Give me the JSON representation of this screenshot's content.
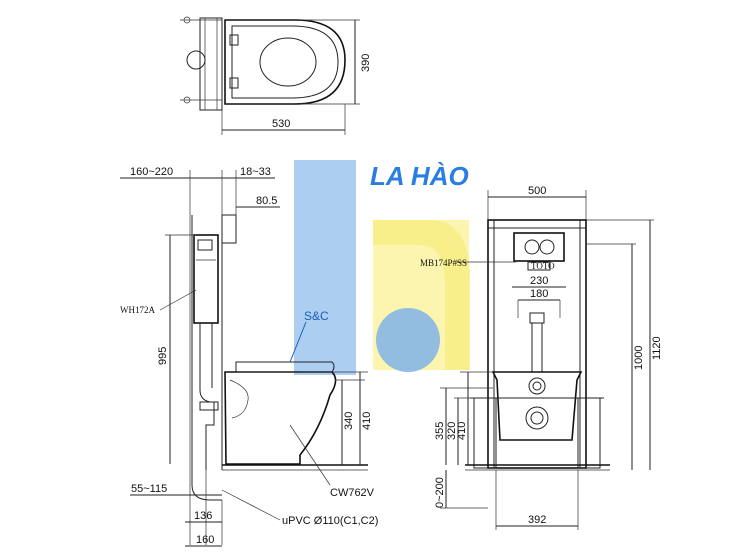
{
  "watermark": {
    "text": "LA HÀO",
    "colors": {
      "blue": "#9ec5ee",
      "yellow": "#fbf4a6",
      "text_blue": "#2a7de1"
    }
  },
  "top_view": {
    "width_label": "530",
    "depth_label": "390"
  },
  "side_view": {
    "top_dims": [
      "160~220",
      "18~33"
    ],
    "offset_label": "80.5",
    "cistern_label": "WH172A",
    "seat_label": "S&C",
    "height_995": "995",
    "height_340": "340",
    "height_410": "410",
    "bottom_dim": "55~115",
    "pipe_136": "136",
    "pipe_160": "160",
    "bowl_label": "CW762V",
    "pipe_label": "uPVC Ø110(C1,C2)"
  },
  "front_view": {
    "width_label": "500",
    "plate_label": "MB174P#SS",
    "brand_label": "TOTO",
    "dim_230": "230",
    "dim_180": "180",
    "height_1120": "1120",
    "height_1000": "1000",
    "height_355": "355",
    "height_320": "320",
    "height_410": "410",
    "floor_range": "0~200",
    "base_label": "392"
  }
}
